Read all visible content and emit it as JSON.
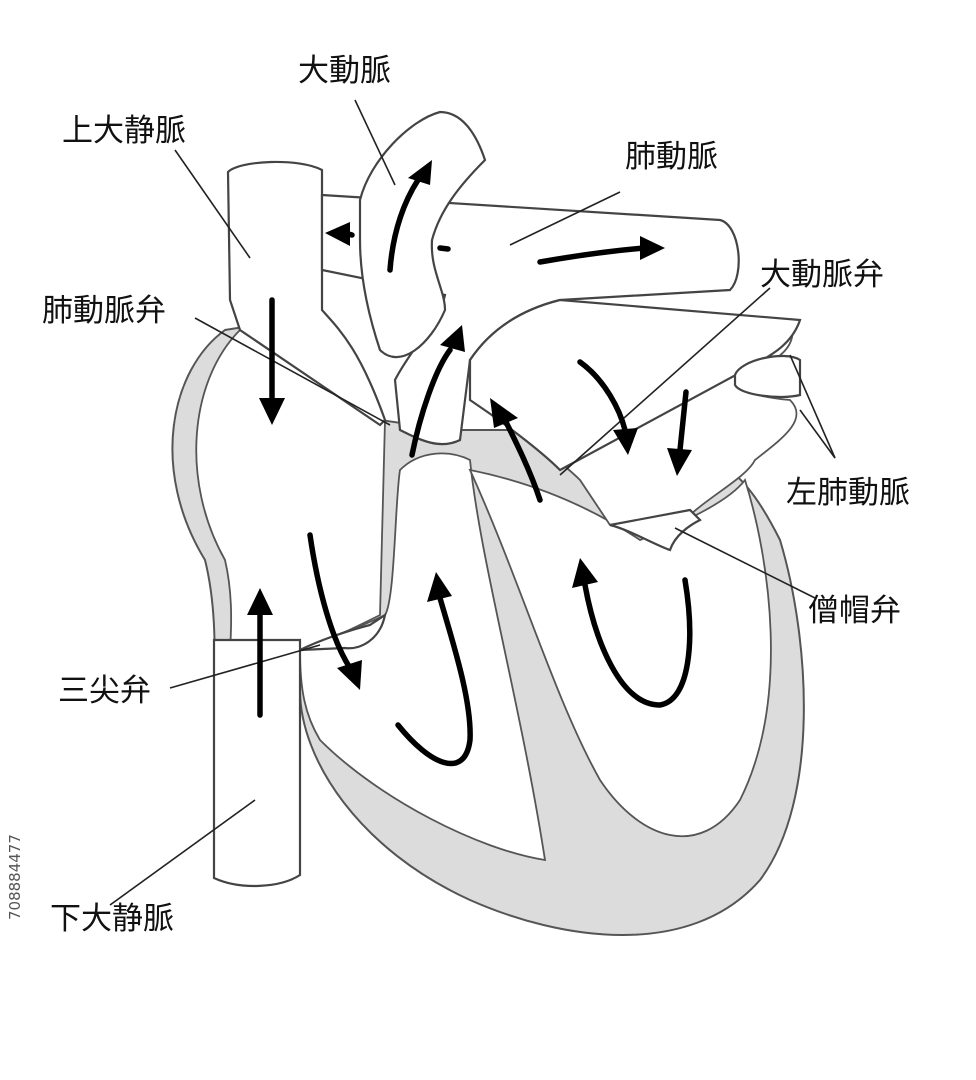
{
  "labels": {
    "aorta": "大動脈",
    "superior_vena_cava": "上大静脈",
    "pulmonary_artery": "肺動脈",
    "aortic_valve": "大動脈弁",
    "pulmonary_valve": "肺動脈弁",
    "left_pulmonary_vein": "左肺動脈",
    "mitral_valve": "僧帽弁",
    "tricuspid_valve": "三尖弁",
    "inferior_vena_cava": "下大静脈"
  },
  "watermark": "708884477",
  "colors": {
    "wall": "#dcdcdc",
    "outline": "#444444",
    "arrow": "#000000",
    "background": "#ffffff"
  }
}
